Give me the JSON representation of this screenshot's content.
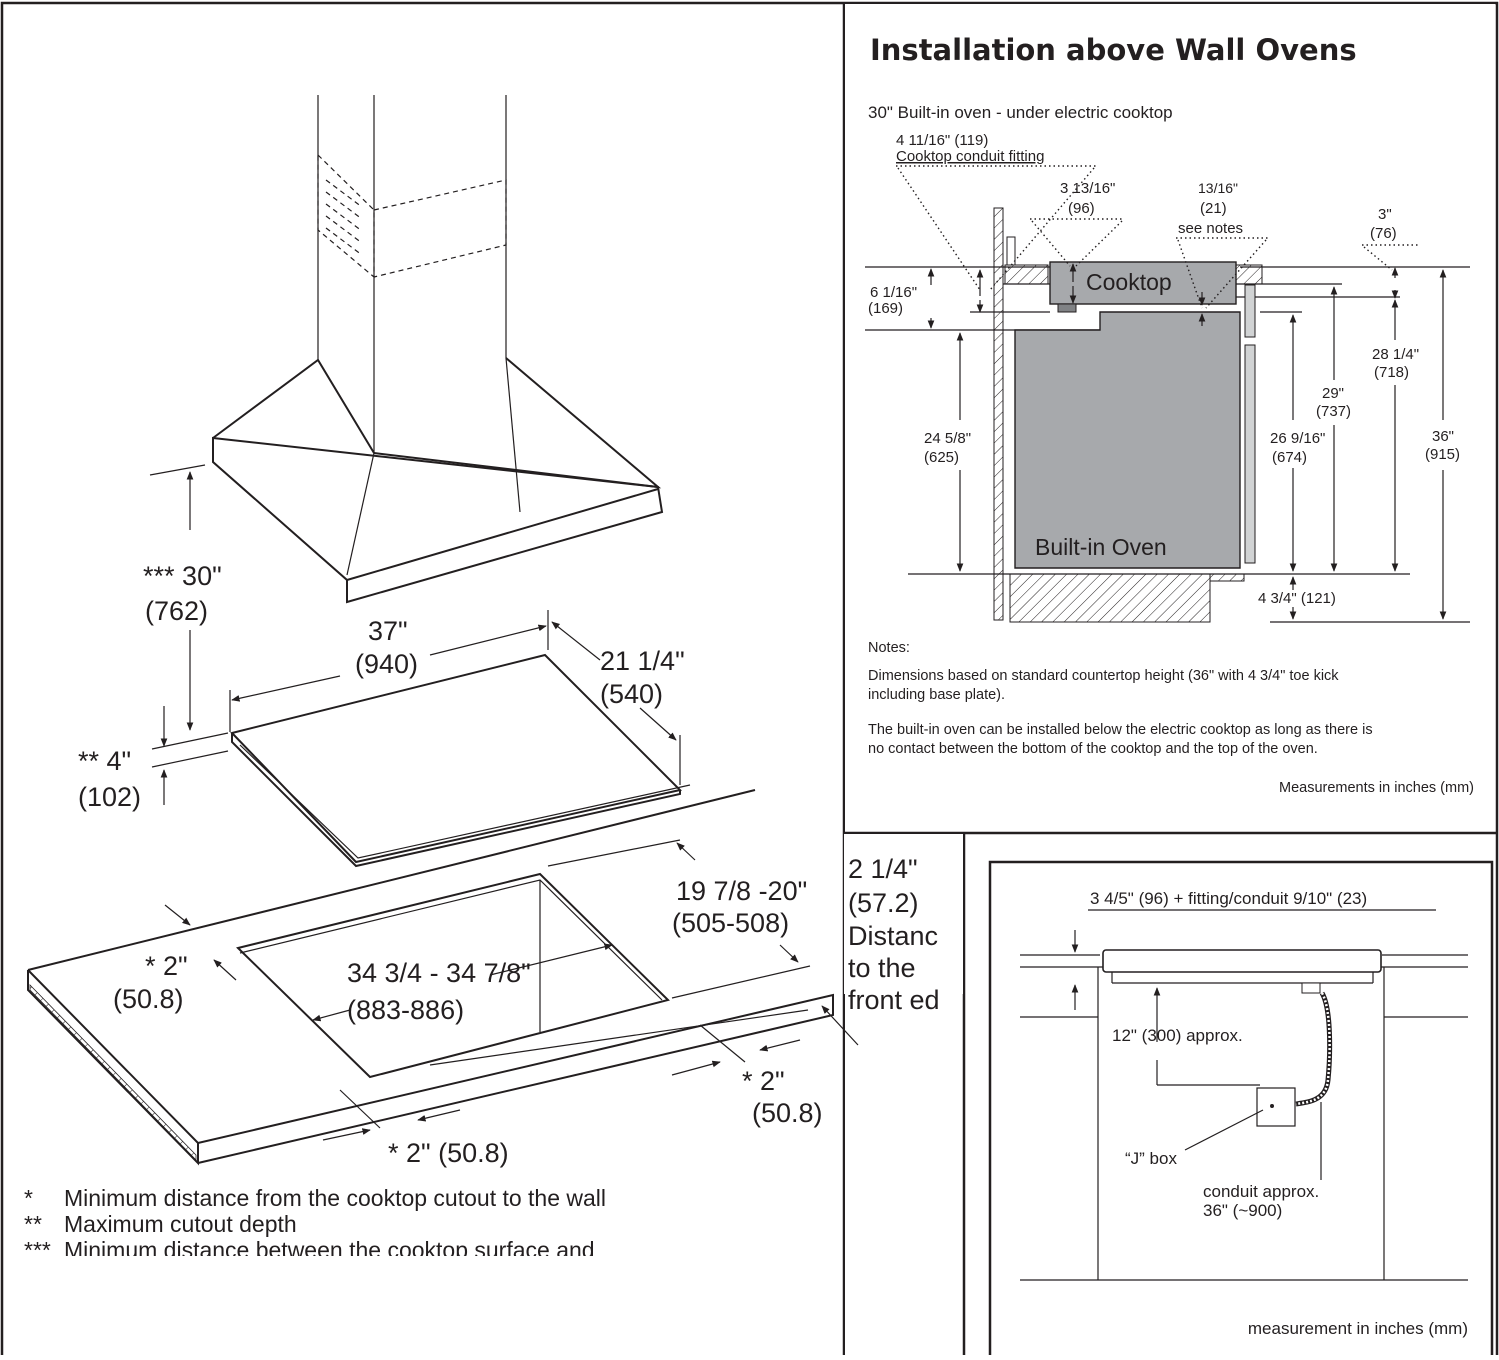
{
  "left_panel": {
    "hood_height": {
      "stars": "***",
      "inch": "30\"",
      "mm": "(762)"
    },
    "hood_width": {
      "inch": "37\"",
      "mm": "(940)"
    },
    "hood_depth": {
      "inch": "21 1/4\"",
      "mm": "(540)"
    },
    "cutout_depth_max": {
      "stars": "**",
      "inch": "4\"",
      "mm": "(102)"
    },
    "depth_range": {
      "inch": "19 7/8 -20\"",
      "mm": "(505-508)"
    },
    "front_edge": {
      "inch": "2 1/4\"",
      "mm": "(57.2)",
      "label_lines": [
        "Distanc",
        "to the",
        "front ed"
      ]
    },
    "cutout_width": {
      "inch": "34 3/4 - 34 7/8\"",
      "mm": "(883-886)"
    },
    "clear_left": {
      "stars": "*",
      "inch": "2\"",
      "mm": "(50.8)"
    },
    "clear_right": {
      "stars": "*",
      "inch": "2\"",
      "mm": "(50.8)"
    },
    "clear_front": {
      "stars": "*",
      "text": "2\" (50.8)"
    },
    "footnotes": [
      {
        "mark": "*",
        "text": "Minimum distance from the cooktop cutout to the wall"
      },
      {
        "mark": "**",
        "text": "Maximum cutout depth"
      },
      {
        "mark": "***",
        "text": "Minimum distance between the cooktop surface and"
      }
    ]
  },
  "top_right_panel": {
    "title": "Installation above Wall Ovens",
    "subtitle": "30\" Built-in oven - under electric cooktop",
    "conduit_fitting": {
      "dim": "4 11/16\" (119)",
      "label": "Cooktop conduit fitting"
    },
    "dim_96": {
      "inch": "3 13/16\"",
      "mm": "(96)"
    },
    "dim_21": {
      "inch": "13/16\"",
      "mm": "(21)",
      "note": "see notes"
    },
    "dim_76": {
      "inch": "3\"",
      "mm": "(76)"
    },
    "dim_169": {
      "inch": "6 1/16\"",
      "mm": "(169)"
    },
    "dim_625": {
      "inch": "24 5/8\"",
      "mm": "(625)"
    },
    "dim_674": {
      "inch": "26 9/16\"",
      "mm": "(674)"
    },
    "dim_737": {
      "inch": "29\"",
      "mm": "(737)"
    },
    "dim_718": {
      "inch": "28 1/4\"",
      "mm": "(718)"
    },
    "dim_915": {
      "inch": "36\"",
      "mm": "(915)"
    },
    "dim_121": {
      "text": "4 3/4\" (121)"
    },
    "cooktop_label": "Cooktop",
    "oven_label": "Built-in Oven",
    "notes_heading": "Notes:",
    "note1_lines": [
      "Dimensions based on standard countertop height (36\" with 4 3/4\" toe kick",
      "including base plate)."
    ],
    "note2_lines": [
      "The built-in oven can be installed below the electric cooktop as long as there is",
      "no contact between the bottom of the cooktop and the top of the oven."
    ],
    "measure_note": "Measurements in inches (mm)"
  },
  "bottom_right_panel": {
    "top_dim": "3 4/5\" (96) + fitting/conduit 9/10\" (23)",
    "box_distance": "12\" (300) approx.",
    "j_box": "“J” box",
    "conduit_lines": [
      "conduit approx.",
      "36\" (~900)"
    ],
    "measure_note": "measurement in inches (mm)"
  }
}
